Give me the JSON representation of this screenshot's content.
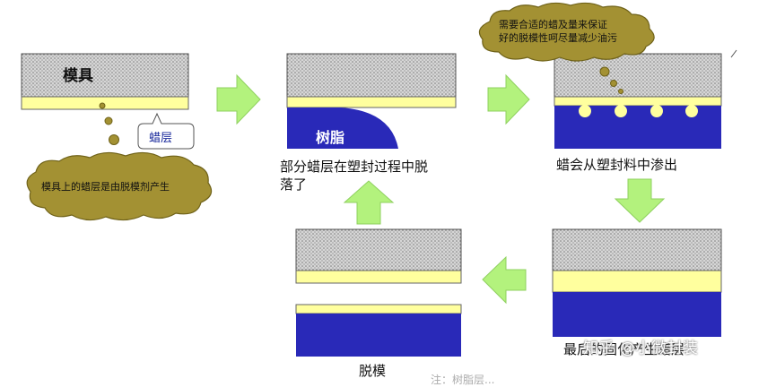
{
  "colors": {
    "mold_fill": "#d6d6d6",
    "wax_fill": "#ffff9e",
    "resin_fill": "#2929b8",
    "arrow_fill": "#b3f27d",
    "arrow_stroke": "#8fd060",
    "cloud_fill": "#a39133",
    "cloud_stroke": "#6f6219"
  },
  "labels": {
    "mold": "模具",
    "resin": "树脂",
    "wax_layer": "蜡层"
  },
  "clouds": {
    "left": "模具上的蜡层是由脱模剂产生",
    "top_right": "需要合适的蜡及量来保证\n好的脱模性呵尽量减少油污"
  },
  "captions": {
    "step2": "部分蜡层在塑封过程中脱\n落了",
    "step3": "蜡会从塑封料中渗出",
    "step4": "最后的固化产生蜡层",
    "step5": "脱模"
  },
  "watermark": "知乎 @小微封装",
  "footnote": "注：树脂层..."
}
